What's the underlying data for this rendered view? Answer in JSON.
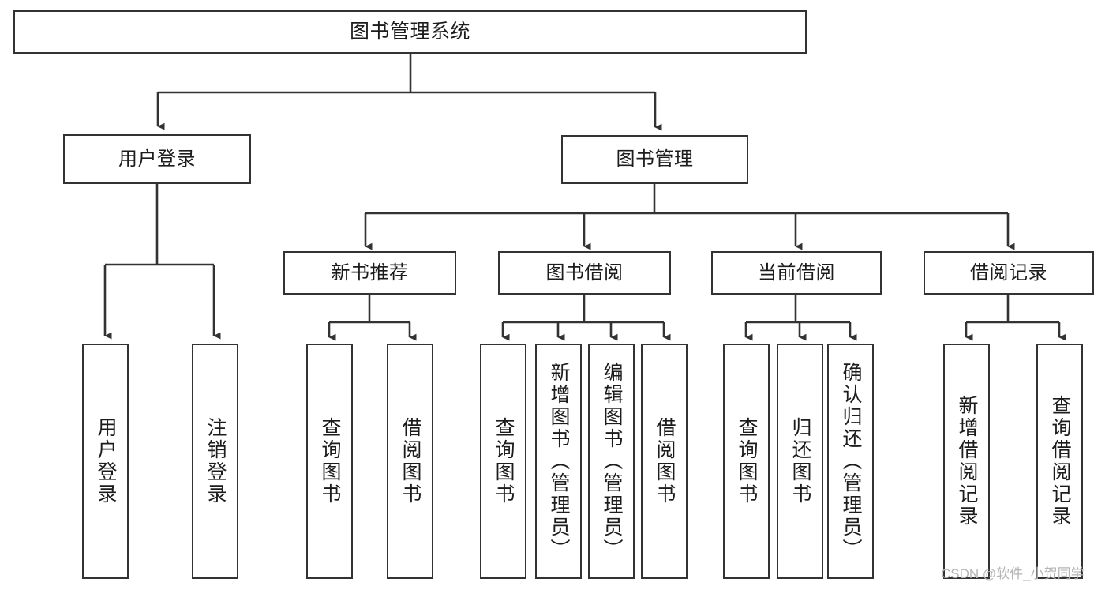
{
  "diagram": {
    "type": "tree",
    "title": "图书管理系统",
    "orientation": "top-down",
    "colors": {
      "background": "#ffffff",
      "box_border": "#333333",
      "connector": "#333333",
      "text": "#1c1c1c",
      "watermark": "#b5b5b5"
    },
    "levels": {
      "root": "图书管理系统",
      "level2": [
        "用户登录",
        "图书管理"
      ],
      "level3": [
        "新书推荐",
        "图书借阅",
        "当前借阅",
        "借阅记录"
      ]
    },
    "nodes": {
      "root": {
        "label": "图书管理系统"
      },
      "user_login": {
        "label": "用户登录"
      },
      "book_manage": {
        "label": "图书管理"
      },
      "new_book_rec": {
        "label": "新书推荐"
      },
      "book_borrow": {
        "label": "图书借阅"
      },
      "current_borrow": {
        "label": "当前借阅"
      },
      "borrow_record": {
        "label": "借阅记录"
      },
      "leaf_user_login": {
        "label": "用户登录"
      },
      "leaf_user_logout": {
        "label": "注销登录"
      },
      "leaf_rec_query_book": {
        "label": "查询图书"
      },
      "leaf_rec_borrow_book": {
        "label": "借阅图书"
      },
      "leaf_borrow_query_book": {
        "label": "查询图书"
      },
      "leaf_borrow_add_book": {
        "label": "新增图书（管理员）"
      },
      "leaf_borrow_edit_book": {
        "label": "编辑图书（管理员）"
      },
      "leaf_borrow_borrow_book": {
        "label": "借阅图书"
      },
      "leaf_current_query_book": {
        "label": "查询图书"
      },
      "leaf_current_return_book": {
        "label": "归还图书"
      },
      "leaf_current_confirm_return": {
        "label": "确认归还（管理员）"
      },
      "leaf_record_add": {
        "label": "新增借阅记录"
      },
      "leaf_record_query": {
        "label": "查询借阅记录"
      }
    },
    "edges": [
      {
        "from": "root",
        "to": "user_login"
      },
      {
        "from": "root",
        "to": "book_manage"
      },
      {
        "from": "user_login",
        "to": "leaf_user_login"
      },
      {
        "from": "user_login",
        "to": "leaf_user_logout"
      },
      {
        "from": "book_manage",
        "to": "new_book_rec"
      },
      {
        "from": "book_manage",
        "to": "book_borrow"
      },
      {
        "from": "book_manage",
        "to": "current_borrow"
      },
      {
        "from": "book_manage",
        "to": "borrow_record"
      },
      {
        "from": "new_book_rec",
        "to": "leaf_rec_query_book"
      },
      {
        "from": "new_book_rec",
        "to": "leaf_rec_borrow_book"
      },
      {
        "from": "book_borrow",
        "to": "leaf_borrow_query_book"
      },
      {
        "from": "book_borrow",
        "to": "leaf_borrow_add_book"
      },
      {
        "from": "book_borrow",
        "to": "leaf_borrow_edit_book"
      },
      {
        "from": "book_borrow",
        "to": "leaf_borrow_borrow_book"
      },
      {
        "from": "current_borrow",
        "to": "leaf_current_query_book"
      },
      {
        "from": "current_borrow",
        "to": "leaf_current_return_book"
      },
      {
        "from": "current_borrow",
        "to": "leaf_current_confirm_return"
      },
      {
        "from": "borrow_record",
        "to": "leaf_record_add"
      },
      {
        "from": "borrow_record",
        "to": "leaf_record_query"
      }
    ]
  },
  "watermark": {
    "text": "CSDN @软件_小贺同学"
  }
}
